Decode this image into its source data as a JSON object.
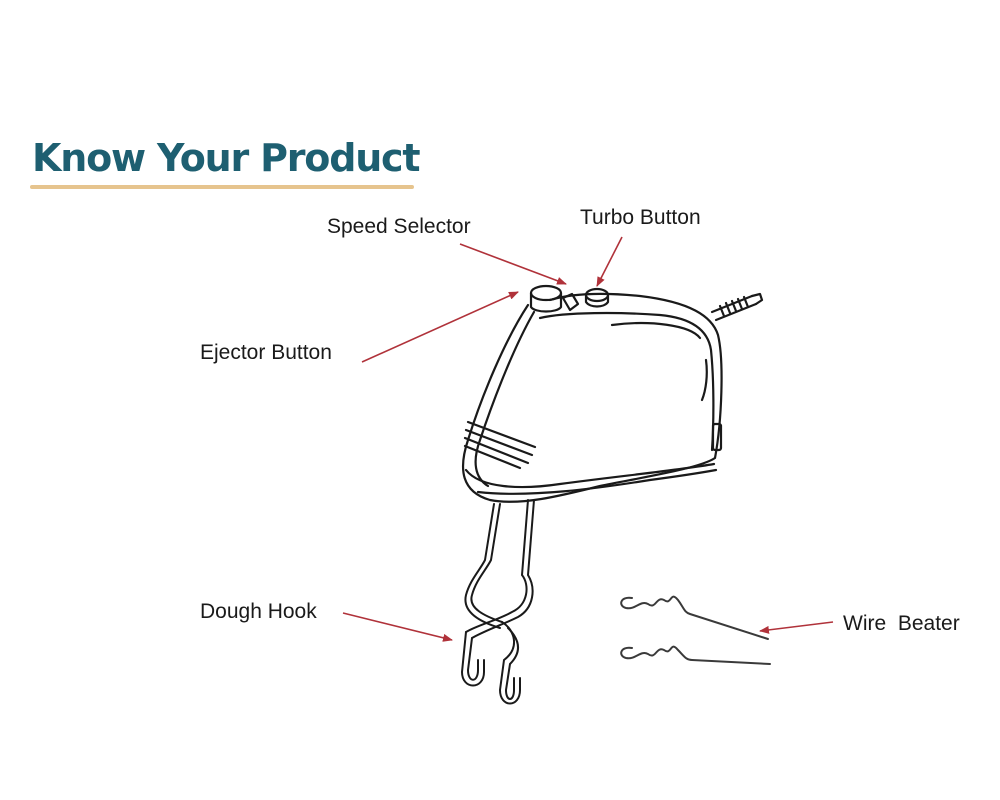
{
  "header": {
    "title": "Know Your Product",
    "title_color": "#1e5f71",
    "underline_color": "#e6c48e"
  },
  "diagram": {
    "subject": "hand mixer",
    "arrow_color": "#b0323a",
    "labels": {
      "speed_selector": "Speed Selector",
      "turbo_button": "Turbo Button",
      "ejector_button": "Ejector Button",
      "dough_hook": "Dough Hook",
      "wire_beater": "Wire  Beater"
    }
  }
}
